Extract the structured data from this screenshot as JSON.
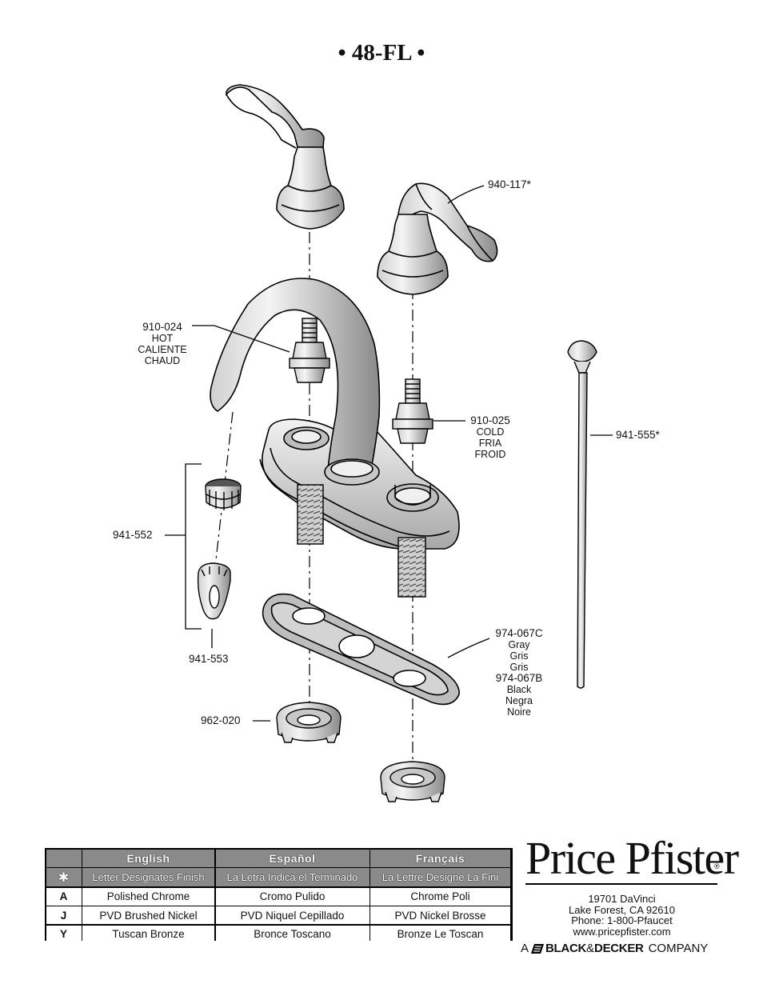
{
  "title": "• 48-FL •",
  "parts": {
    "p940_117": "940-117*",
    "p910_024": "910-024",
    "p910_024_desc": [
      "HOT",
      "CALIENTE",
      "CHAUD"
    ],
    "p910_025": "910-025",
    "p910_025_desc": [
      "COLD",
      "FRIA",
      "FROID"
    ],
    "p941_555": "941-555*",
    "p941_552": "941-552",
    "p941_553": "941-553",
    "p974_067C": "974-067C",
    "p974_067C_desc": [
      "Gray",
      "Gris",
      "Gris"
    ],
    "p974_067B": "974-067B",
    "p974_067B_desc": [
      "Black",
      "Negra",
      "Noire"
    ],
    "p962_020": "962-020"
  },
  "finish_table": {
    "headers": [
      "English",
      "Español",
      "Français"
    ],
    "symbol": "✱",
    "subheaders": [
      "Letter Designates Finish",
      "La Letra Indica el Terminado",
      "La Lettre Designe La Fini"
    ],
    "rows": [
      {
        "code": "A",
        "en": "Polished Chrome",
        "es": "Cromo Pulido",
        "fr": "Chrome Poli"
      },
      {
        "code": "J",
        "en": "PVD Brushed Nickel",
        "es": "PVD Niquel Cepillado",
        "fr": "PVD Nickel Brosse"
      },
      {
        "code": "Y",
        "en": "Tuscan Bronze",
        "es": "Bronce Toscano",
        "fr": "Bronze Le Toscan"
      }
    ]
  },
  "brand": {
    "name": "Price Pfister",
    "reg": "®",
    "address": [
      "19701 DaVinci",
      "Lake Forest, CA 92610",
      "Phone: 1-800-Pfaucet",
      "www.pricepfister.com"
    ],
    "company_prefix": "A",
    "company_name_1": "BLACK",
    "company_amp": "&",
    "company_name_2": "DECKER",
    "company_suffix": "COMPANY"
  }
}
